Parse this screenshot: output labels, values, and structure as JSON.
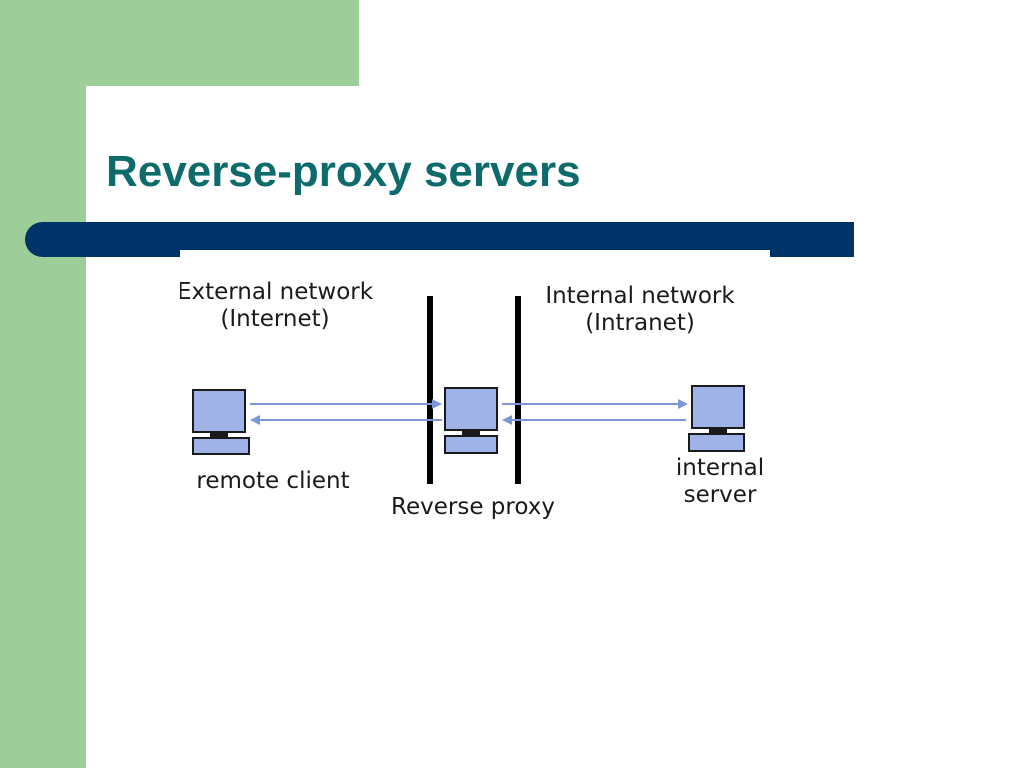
{
  "slide": {
    "title": "Reverse-proxy servers"
  },
  "diagram": {
    "external_label": [
      "External network",
      "(Internet)"
    ],
    "internal_label": [
      "Internal network",
      "(Intranet)"
    ],
    "nodes": {
      "client": "remote client",
      "proxy": "Reverse proxy",
      "server": [
        "internal",
        "server"
      ]
    },
    "icons": [
      "computer-icon",
      "arrow-right-icon",
      "arrow-left-icon"
    ],
    "colors": {
      "title": "#0e6b6b",
      "bar": "#003468",
      "green": "#9dcd98",
      "computer": "#9fb3e8",
      "arrow": "#7f96d6"
    }
  }
}
